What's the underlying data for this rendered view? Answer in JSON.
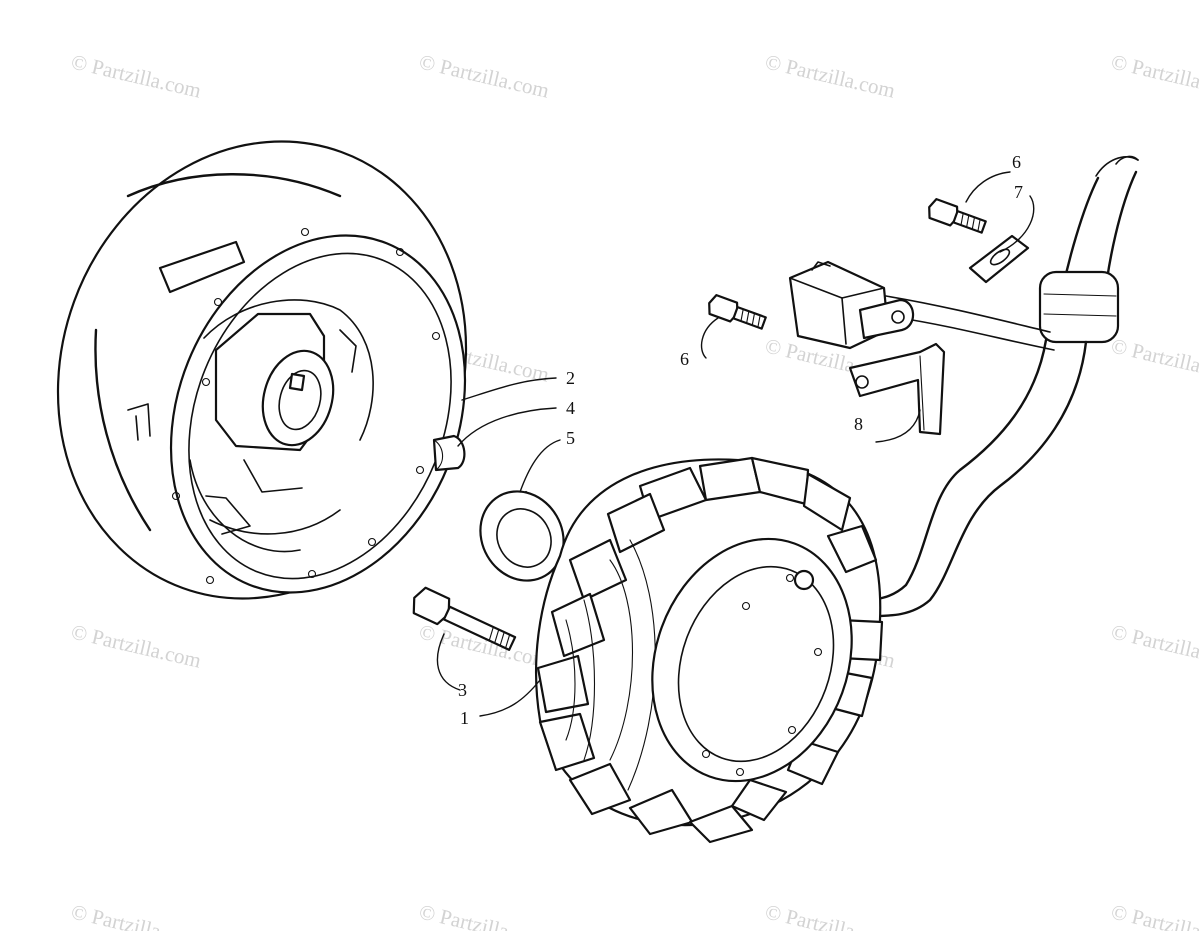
{
  "watermark": {
    "text": "© Partzilla.com",
    "color": "#d3d3d3"
  },
  "callouts": {
    "c1": "1",
    "c2": "2",
    "c3": "3",
    "c4": "4",
    "c5": "5",
    "c6a": "6",
    "c6b": "6",
    "c7": "7",
    "c8": "8"
  },
  "parts": [
    {
      "ref": "1",
      "icon": "stator-icon"
    },
    {
      "ref": "2",
      "icon": "flywheel-icon"
    },
    {
      "ref": "3",
      "icon": "bolt-icon"
    },
    {
      "ref": "4",
      "icon": "key-icon"
    },
    {
      "ref": "5",
      "icon": "collar-icon"
    },
    {
      "ref": "6",
      "icon": "screw-icon"
    },
    {
      "ref": "7",
      "icon": "plate-icon"
    },
    {
      "ref": "8",
      "icon": "bracket-icon"
    }
  ]
}
